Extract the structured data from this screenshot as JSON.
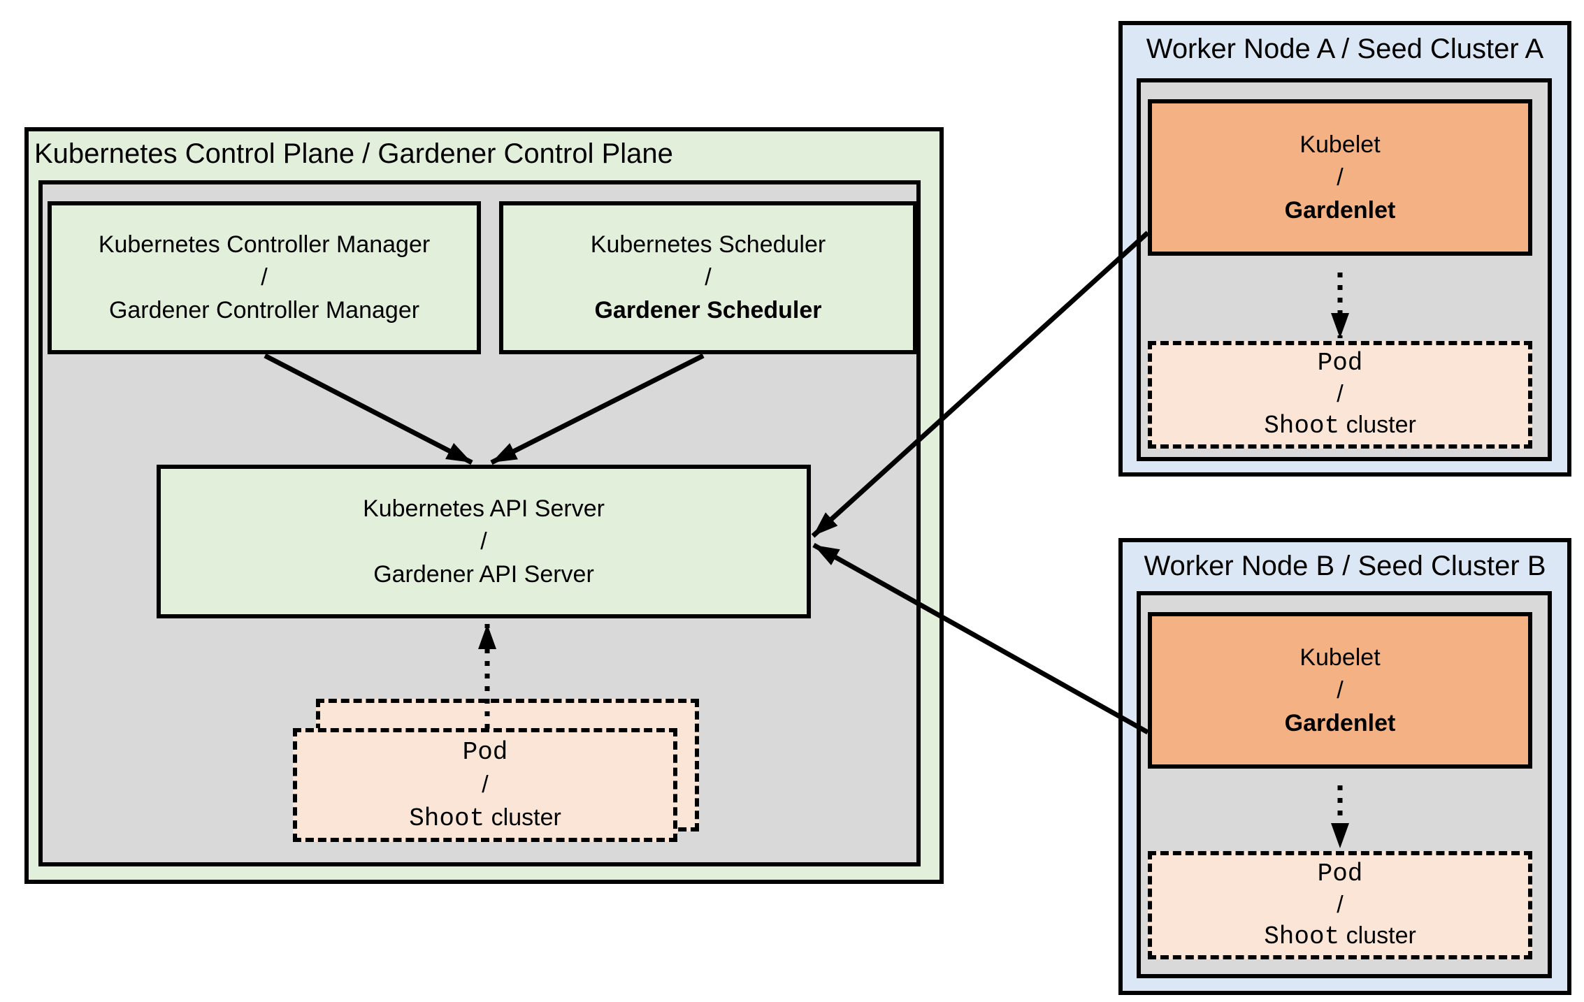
{
  "colors": {
    "light_green": "#e2efda",
    "gray": "#d9d9d9",
    "light_blue": "#dbe7f5",
    "orange": "#f4b183",
    "peach": "#fbe5d6",
    "line": "#000000"
  },
  "control_plane": {
    "title": "Kubernetes Control Plane / Gardener Control Plane",
    "controller_manager": {
      "top": "Kubernetes Controller Manager",
      "separator": "/",
      "bottom": "Gardener Controller Manager"
    },
    "scheduler": {
      "top": "Kubernetes Scheduler",
      "separator": "/",
      "bottom": "Gardener Scheduler"
    },
    "api_server": {
      "top": "Kubernetes API Server",
      "separator": "/",
      "bottom": "Gardener API Server"
    },
    "pod_stack": {
      "top": "Pod",
      "separator": "/",
      "bottom_code": "Shoot",
      "bottom_plain": "cluster"
    }
  },
  "worker_node_a": {
    "title": "Worker Node A / Seed Cluster A",
    "kubelet": {
      "top": "Kubelet",
      "separator": "/",
      "bottom": "Gardenlet"
    },
    "pod": {
      "top": "Pod",
      "separator": "/",
      "bottom_code": "Shoot",
      "bottom_plain": "cluster"
    }
  },
  "worker_node_b": {
    "title": "Worker Node B / Seed Cluster B",
    "kubelet": {
      "top": "Kubelet",
      "separator": "/",
      "bottom": "Gardenlet"
    },
    "pod": {
      "top": "Pod",
      "separator": "/",
      "bottom_code": "Shoot",
      "bottom_plain": "cluster"
    }
  }
}
